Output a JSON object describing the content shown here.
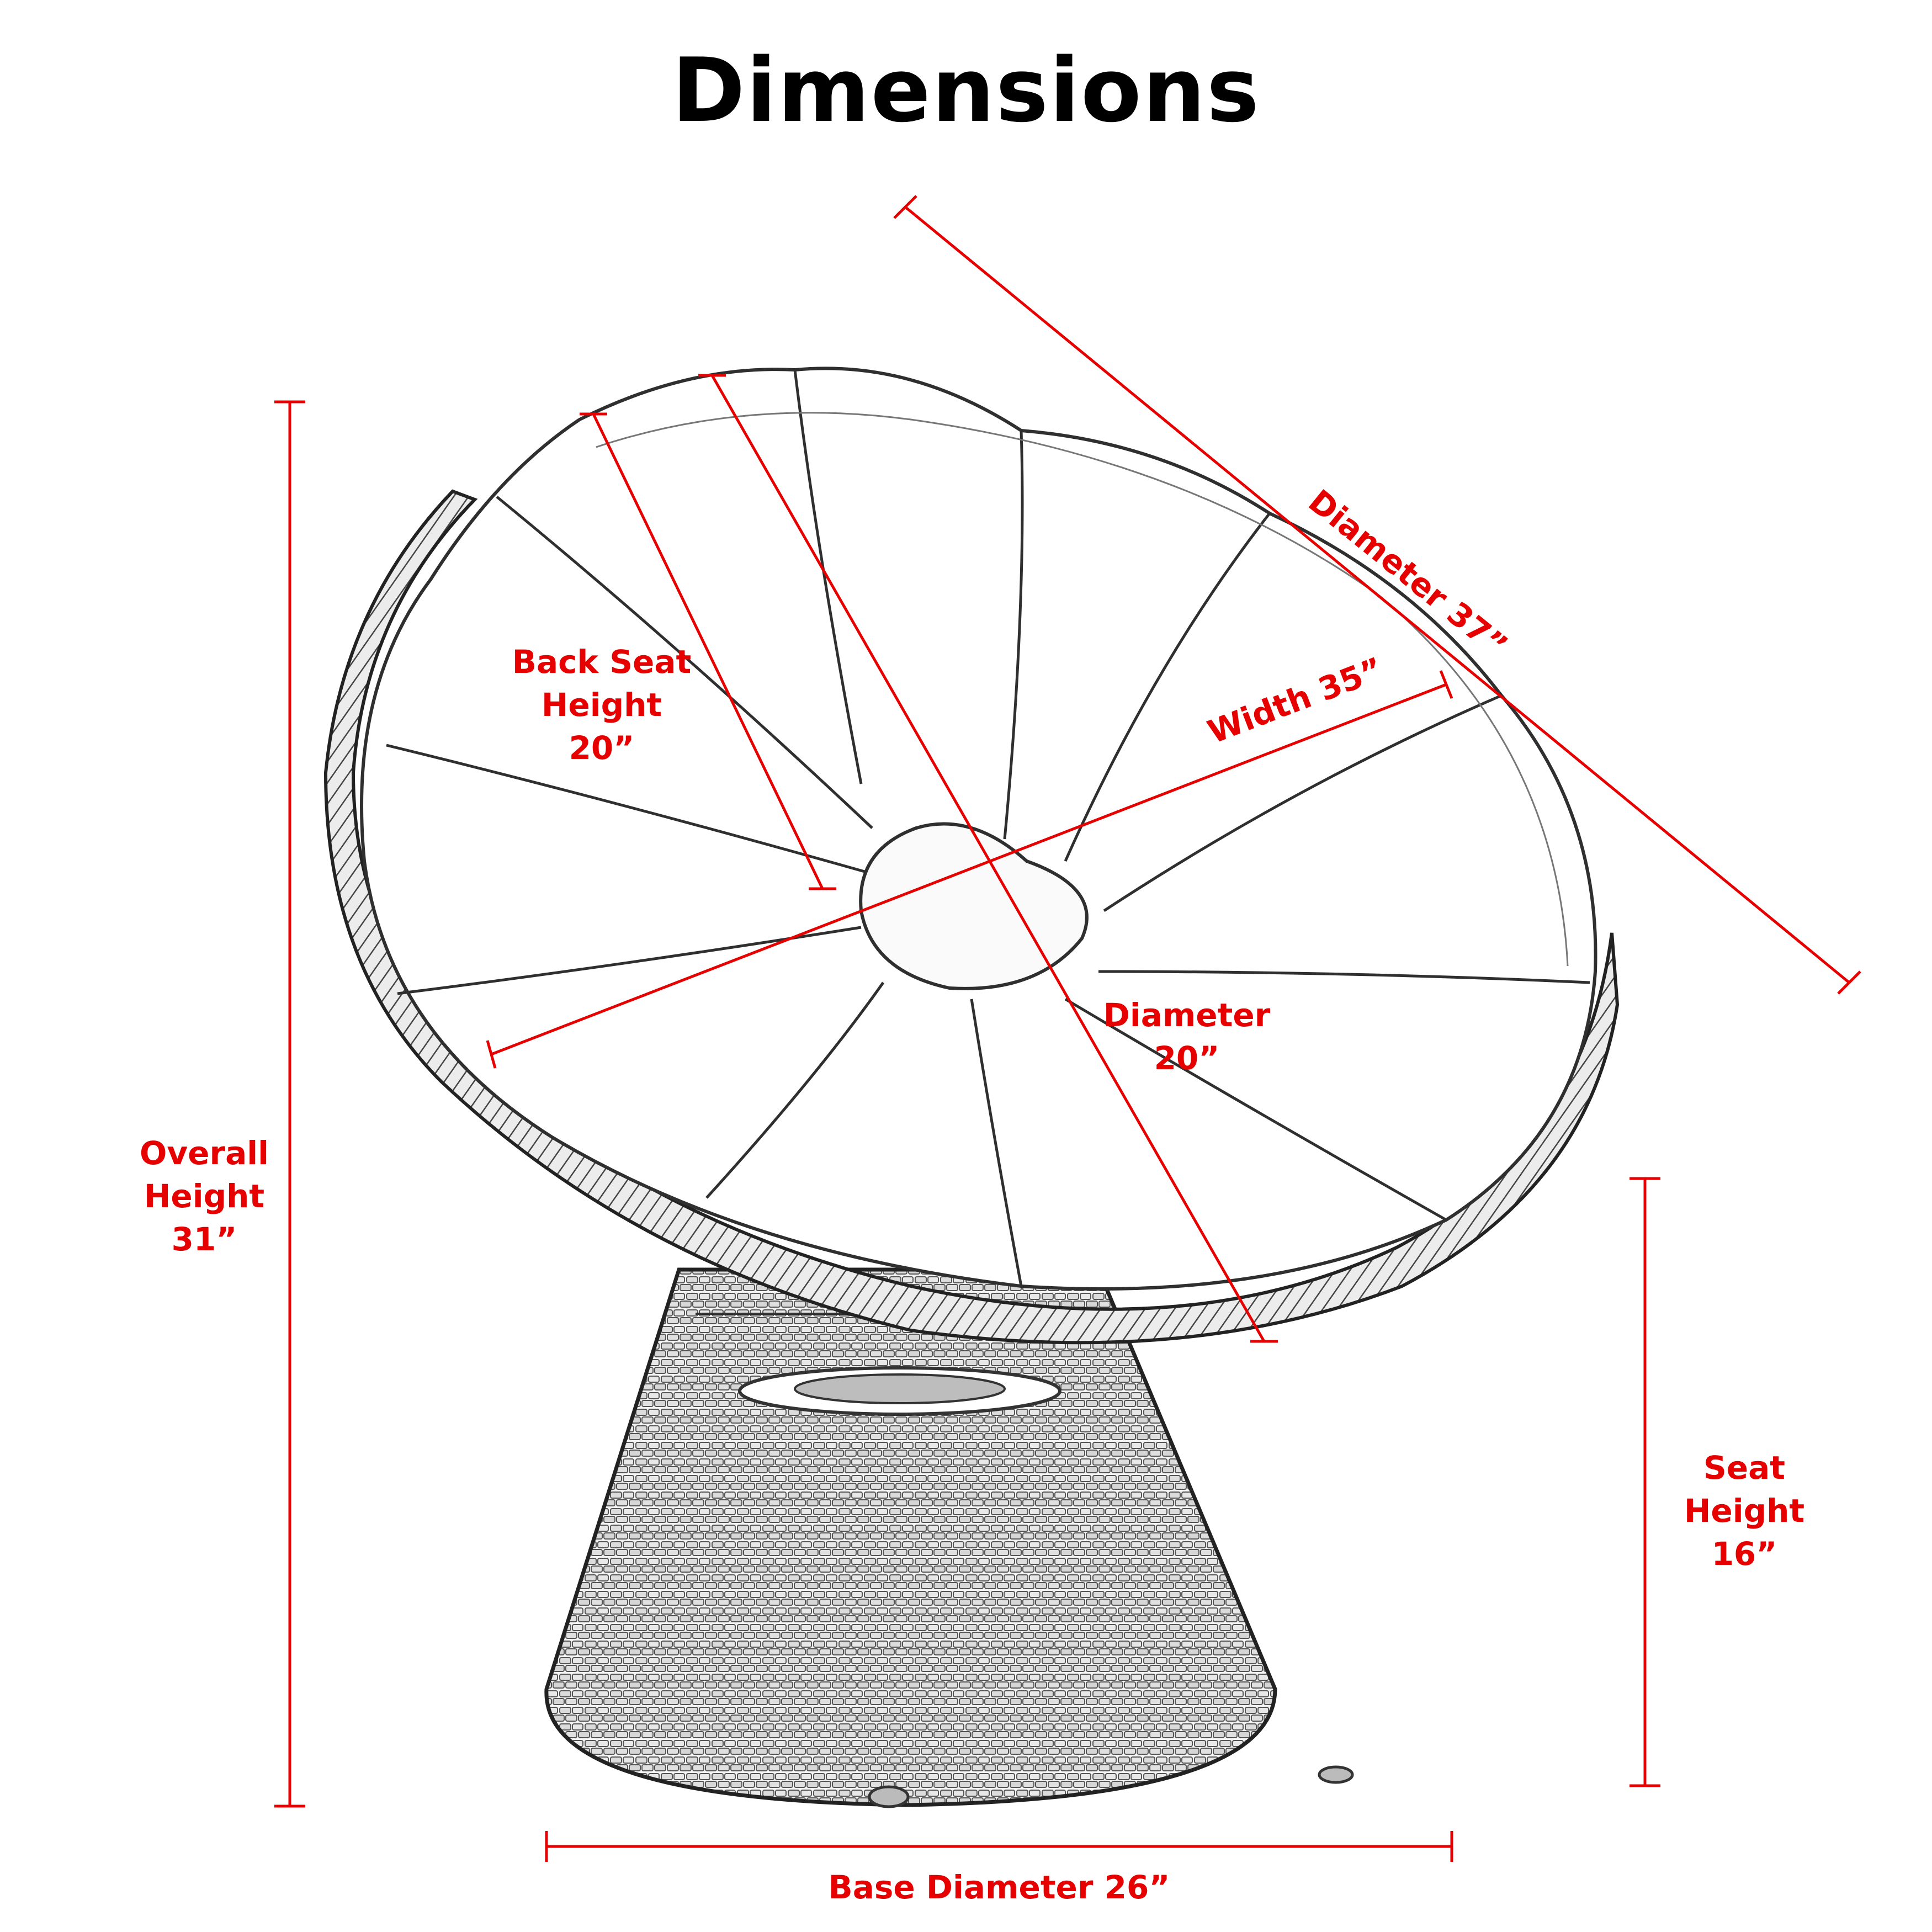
{
  "title": "Dimensions",
  "colors": {
    "dimension": "#e60000",
    "sketch": "#333333",
    "title": "#000000",
    "background": "#ffffff"
  },
  "labels": {
    "diameter_outer": "Diameter 37”",
    "width": "Width 35”",
    "back_seat": [
      "Back Seat",
      "Height",
      "20”"
    ],
    "diameter_inner": [
      "Diameter",
      "20”"
    ],
    "overall_height": [
      "Overall",
      "Height",
      "31”"
    ],
    "seat_height": [
      "Seat",
      "Height",
      "16”"
    ],
    "base_diameter": "Base Diameter 26”"
  }
}
